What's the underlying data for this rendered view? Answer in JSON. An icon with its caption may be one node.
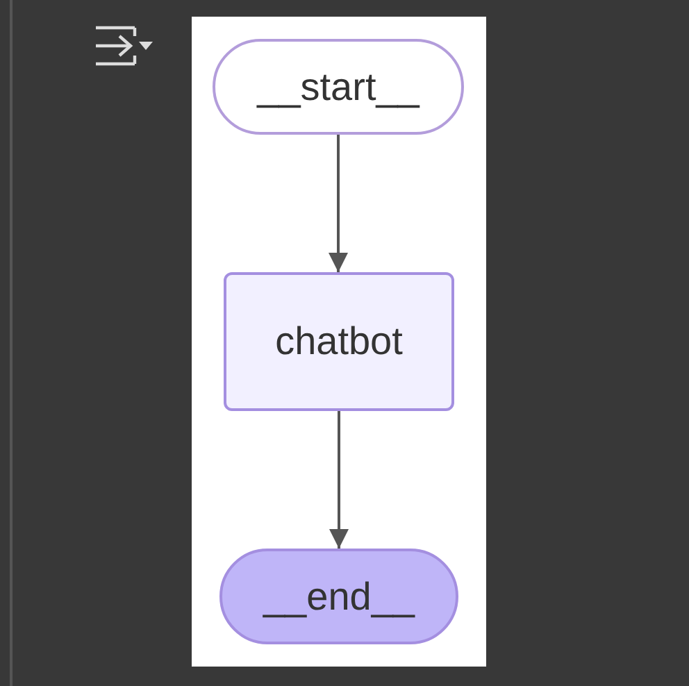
{
  "diagram": {
    "nodes": [
      {
        "text": [
          "__start__"
        ]
      },
      {
        "text": [
          "chatbot"
        ]
      },
      {
        "text": [
          "__end__"
        ]
      }
    ],
    "edges": [
      {
        "from": 0,
        "to": 1,
        "arrow": "to"
      },
      {
        "from": 1,
        "to": 2,
        "arrow": "to"
      }
    ]
  }
}
